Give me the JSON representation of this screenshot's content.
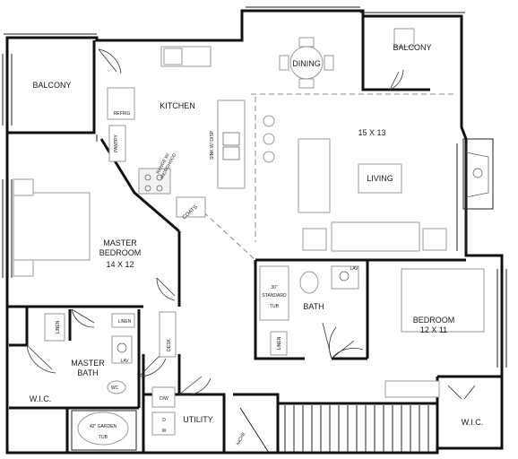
{
  "rooms": {
    "balcony_left": "BALCONY",
    "balcony_right": "BALCONY",
    "kitchen": "KITCHEN",
    "dining": "DINING",
    "living_dim": "15 X 13",
    "living": "LIVING",
    "master_bedroom_line1": "MASTER",
    "master_bedroom_line2": "BEDROOM",
    "master_bedroom_dim": "14 X 12",
    "master_bath_line1": "MASTER",
    "master_bath_line2": "BATH",
    "bath": "BATH",
    "bedroom": "BEDROOM",
    "bedroom_dim": "12 X 11",
    "wic_left": "W.I.C.",
    "wic_right": "W.I.C.",
    "utility": "UTILITY"
  },
  "fixtures": {
    "refrig": "REFRIG",
    "pantry": "PANTRY",
    "range_line1": "RANGE W/",
    "range_line2": "MICROHOOD",
    "sink": "SINK W/ DISP",
    "coats": "COATS",
    "linen_master": "LINEN",
    "linen_master2": "LINEN",
    "linen_bath": "LINEN",
    "desk": "DESK",
    "lav_master": "LAV",
    "lav_bath": "LAV",
    "wc": "WC",
    "tub_master_line1": "42\" GARDEN",
    "tub_master_line2": "TUB",
    "tub_bath_line1": "30\"",
    "tub_bath_line2": "STANDARD",
    "tub_bath_line3": "TUB",
    "dishwasher": "D/W",
    "dryer": "D",
    "washer": "W",
    "niche": "NICHE"
  }
}
